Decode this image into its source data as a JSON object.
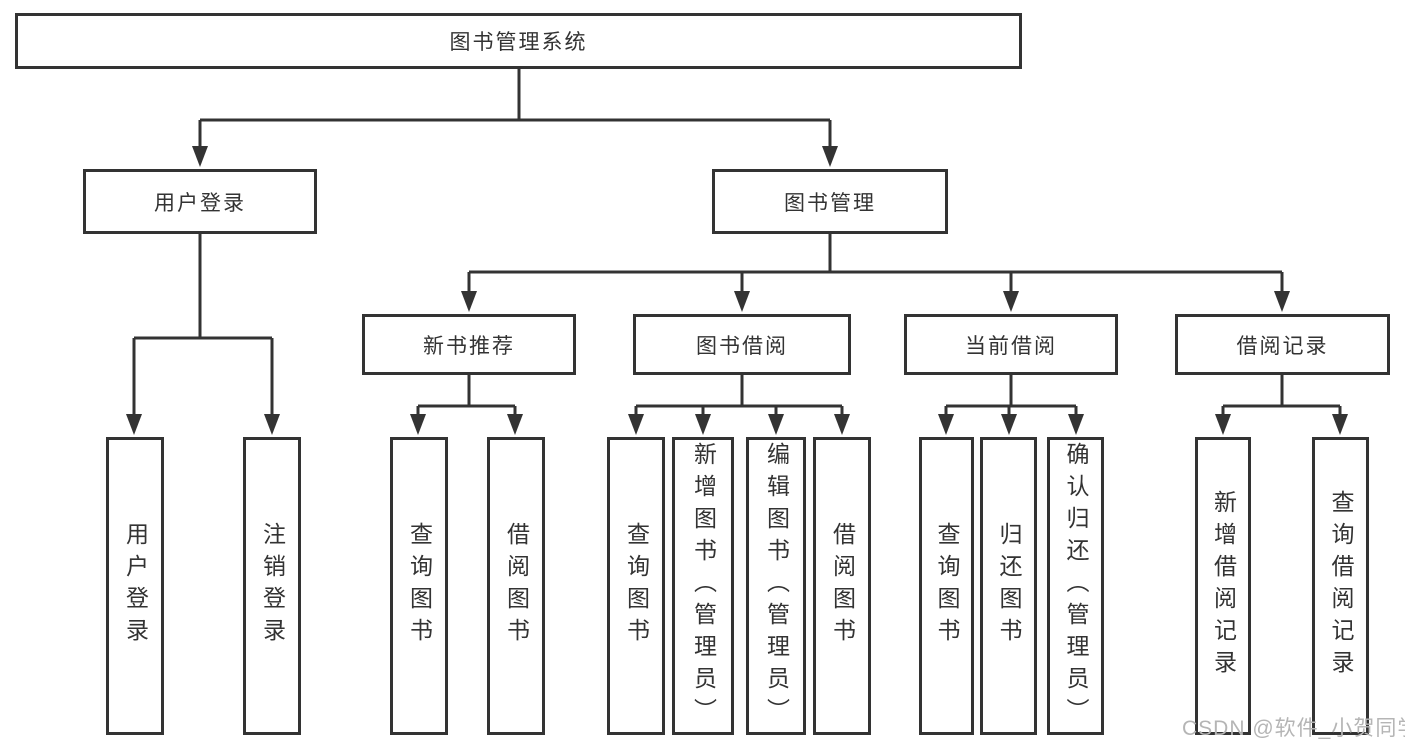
{
  "diagram_type": "hierarchy-tree",
  "nodes": {
    "root": "图书管理系统",
    "user_login": "用户登录",
    "book_management": "图书管理",
    "new_book_recommend": "新书推荐",
    "book_borrow": "图书借阅",
    "current_borrow": "当前借阅",
    "borrow_records": "借阅记录",
    "leaf_user_login": "用户登录",
    "leaf_logout": "注销登录",
    "leaf_nbr_query": "查询图书",
    "leaf_nbr_borrow": "借阅图书",
    "leaf_bb_query": "查询图书",
    "leaf_bb_add": "新增图书（管理员）",
    "leaf_bb_edit": "编辑图书（管理员）",
    "leaf_bb_borrow": "借阅图书",
    "leaf_cb_query": "查询图书",
    "leaf_cb_return": "归还图书",
    "leaf_cb_confirm": "确认归还（管理员）",
    "leaf_br_add": "新增借阅记录",
    "leaf_br_query": "查询借阅记录"
  },
  "hierarchy": {
    "图书管理系统": {
      "用户登录": [
        "用户登录",
        "注销登录"
      ],
      "图书管理": {
        "新书推荐": [
          "查询图书",
          "借阅图书"
        ],
        "图书借阅": [
          "查询图书",
          "新增图书（管理员）",
          "编辑图书（管理员）",
          "借阅图书"
        ],
        "当前借阅": [
          "查询图书",
          "归还图书",
          "确认归还（管理员）"
        ],
        "借阅记录": [
          "新增借阅记录",
          "查询借阅记录"
        ]
      }
    }
  },
  "watermark": "CSDN @软件_小贺同学",
  "colors": {
    "line": "#333333",
    "box_border": "#333333",
    "text": "#333333",
    "background": "#ffffff",
    "watermark": "#b5b5b5"
  }
}
